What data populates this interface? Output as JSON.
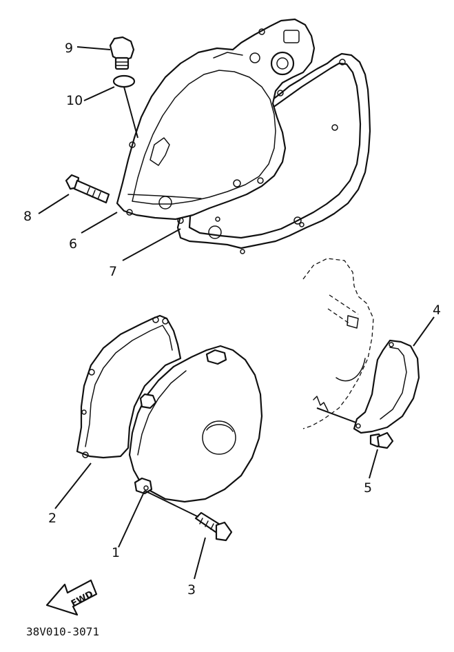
{
  "callouts": {
    "c1": "1",
    "c2": "2",
    "c3": "3",
    "c4": "4",
    "c5": "5",
    "c6": "6",
    "c7": "7",
    "c8": "8",
    "c9": "9",
    "c10": "10"
  },
  "arrow_label": "FWD",
  "diagram_code": "38V010-3071"
}
